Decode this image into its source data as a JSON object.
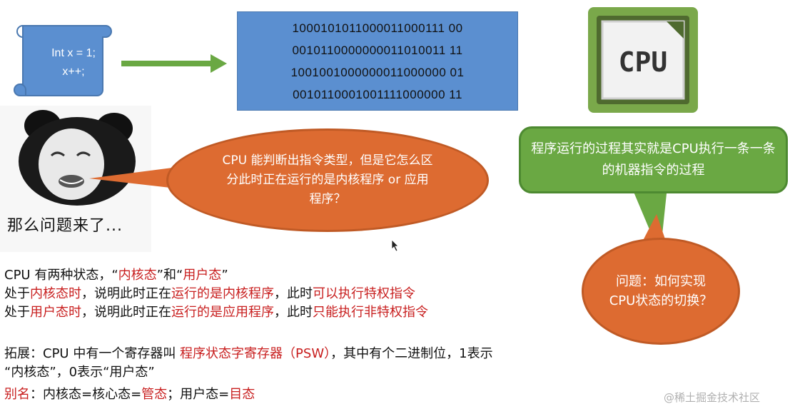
{
  "code_block": {
    "line1": "Int x = 1;",
    "line2": "x++;"
  },
  "binary": [
    "1000101011000011000111 00",
    "0010110000000011010011 11",
    "1001001000000011000000 01",
    "0010110001001111000000 11"
  ],
  "cpu_label": "CPU",
  "green_callout": "程序运行的过程其实就是CPU执行一条一条的机器指令的过程",
  "small_question": "问题：如何实现CPU状态的切换？",
  "meme_caption": "那么问题来了...",
  "big_question": "CPU 能判断出指令类型，但是它怎么区分此时正在运行的是内核程序 or 应用程序？",
  "body": {
    "l1a": "CPU 有两种状态，“",
    "l1b": "内核态",
    "l1c": "”和“",
    "l1d": "用户态",
    "l1e": "”",
    "l2a": "处于",
    "l2b": "内核态时",
    "l2c": "，说明此时正在",
    "l2d": "运行的是内核程序",
    "l2e": "，此时",
    "l2f": "可以执行特权指令",
    "l3a": "处于",
    "l3b": "用户态时",
    "l3c": "，说明此时正在",
    "l3d": "运行的是应用程序",
    "l3e": "，此时",
    "l3f": "只能执行非特权指令",
    "l4a": "拓展：CPU 中有一个寄存器叫 ",
    "l4b": "程序状态字寄存器（PSW）",
    "l4c": "，其中有个二进制位，1表示",
    "l5": "“内核态”，0表示“用户态”",
    "l6a": "别名",
    "l6b": "：内核态=核心态=",
    "l6c": "管态",
    "l6d": "；用户态=",
    "l6e": "目态"
  },
  "watermark": "@稀土掘金技术社区",
  "colors": {
    "blue": "#5b8fd0",
    "green": "#6aa843",
    "orange": "#dd6b31",
    "red_text": "#c81e1e"
  }
}
